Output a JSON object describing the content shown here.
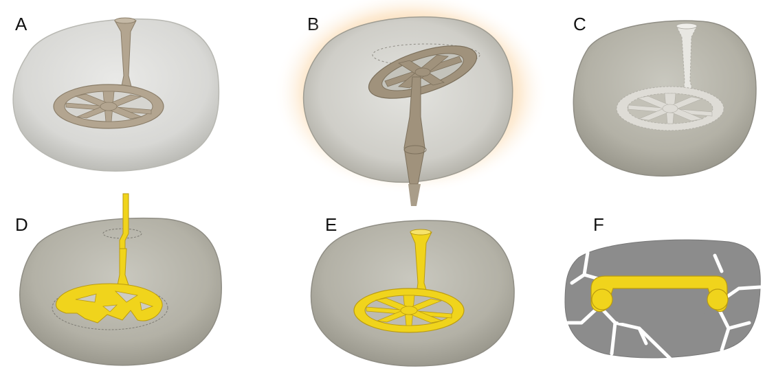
{
  "panels": [
    {
      "label": "A"
    },
    {
      "label": "B"
    },
    {
      "label": "C"
    },
    {
      "label": "D"
    },
    {
      "label": "E"
    },
    {
      "label": "F"
    }
  ],
  "colors": {
    "mold_light": "#d6d6d2",
    "mold_mid": "#bdbbb2",
    "wax_brown": "#b3a590",
    "wax_brown_dark": "#8a7d68",
    "metal_yellow": "#f0d41c",
    "metal_yellow_dark": "#b99a10",
    "glow_orange": "#f6b36a",
    "shard_grey": "#8c8c8c",
    "crack_white": "#ffffff"
  }
}
